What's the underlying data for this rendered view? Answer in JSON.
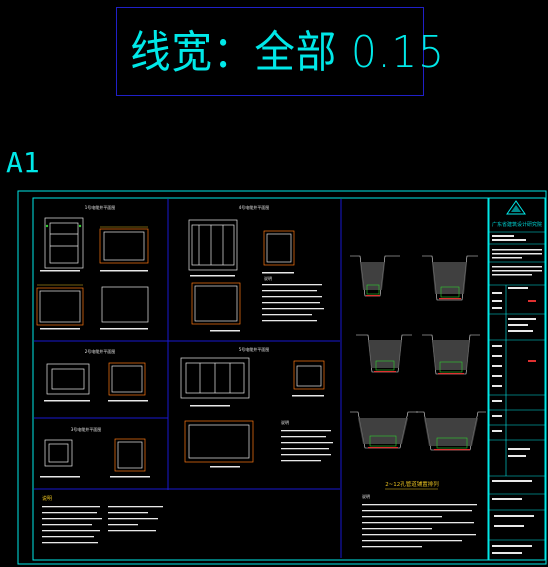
{
  "title": "线宽：全部 0.15",
  "sheet_size": "A1",
  "sheet": {
    "caption_main": "2~12孔管道铺置排列",
    "panel_titles": [
      "1号电缆井平面图",
      "4号电缆井平面图",
      "2号电缆井平面图",
      "5号电缆井平面图",
      "3号电缆井平面图"
    ],
    "notes_heading": "说明",
    "right_notes_heading": "说明",
    "company": "广东省建筑设计研究院"
  },
  "colors": {
    "background": "#000000",
    "frame": "#00e8e8",
    "title_box": "#2020c8",
    "grid_lines": "#1818d0",
    "detail_white": "#e8e8e8",
    "detail_red": "#e03030",
    "detail_yellow": "#e8c020",
    "detail_green": "#30d030",
    "detail_orange": "#ff7a10"
  },
  "icons": {
    "logo": "triangle-logo-icon"
  }
}
